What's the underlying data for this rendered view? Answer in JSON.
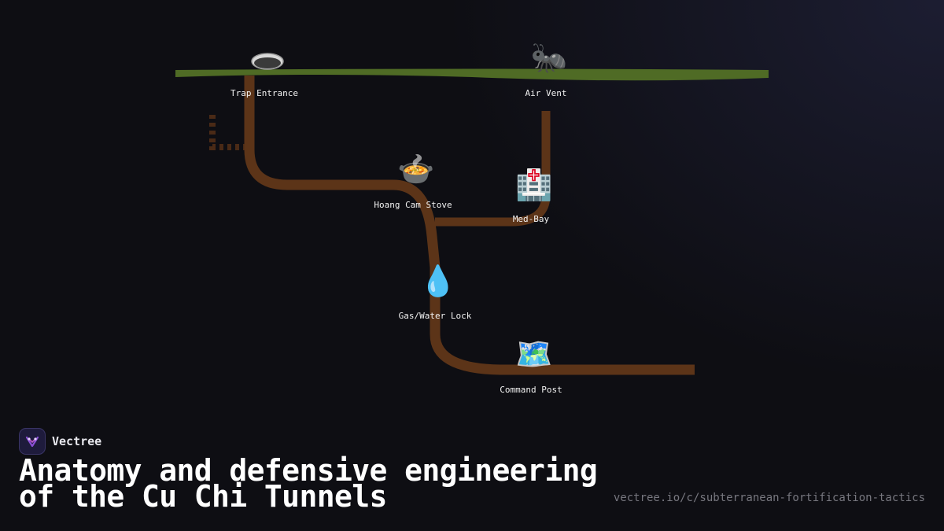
{
  "diagram": {
    "nodes": [
      {
        "id": "trap-entrance",
        "label": "Trap Entrance",
        "icon": "manhole-icon"
      },
      {
        "id": "air-vent",
        "label": "Air Vent",
        "icon": "🐜"
      },
      {
        "id": "hoang-cam-stove",
        "label": "Hoang Cam Stove",
        "icon": "🍲"
      },
      {
        "id": "med-bay",
        "label": "Med-Bay",
        "icon": "🏥"
      },
      {
        "id": "gas-water-lock",
        "label": "Gas/Water Lock",
        "icon": "💧"
      },
      {
        "id": "command-post",
        "label": "Command Post",
        "icon": "🗺️"
      }
    ],
    "colors": {
      "ground": "#4f6b25",
      "tunnel": "#5c3418",
      "label": "#f2f2f2",
      "background": "#0e0e13"
    }
  },
  "brand": {
    "name": "Vectree",
    "logo_icon": "vectree-logo-icon"
  },
  "title": "Anatomy and defensive engineering of the Cu Chi Tunnels",
  "source_url": "vectree.io/c/subterranean-fortification-tactics"
}
